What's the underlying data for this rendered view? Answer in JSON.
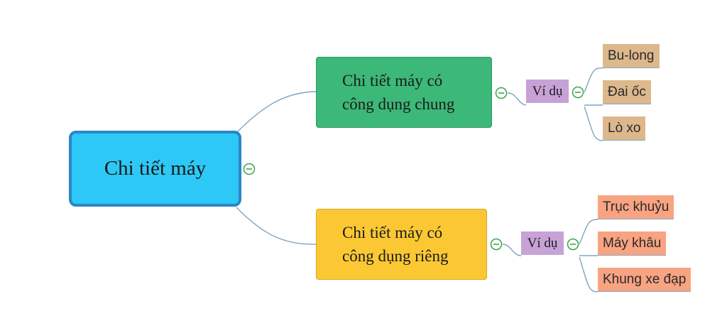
{
  "root": {
    "label": "Chi tiết máy"
  },
  "branches": [
    {
      "line1": "Chi tiết máy có",
      "line2": "công dụng chung",
      "color": "#3cb878"
    },
    {
      "line1": "Chi tiết máy có",
      "line2": "công dụng riêng",
      "color": "#fbc834"
    }
  ],
  "examples": [
    {
      "label": "Ví dụ",
      "items": [
        "Bu-long",
        "Đai ốc",
        "Lò xo"
      ]
    },
    {
      "label": "Ví dụ",
      "items": [
        "Trục khuỷu",
        "Máy khâu",
        "Khung xe đạp"
      ]
    }
  ],
  "colors": {
    "root_fill": "#2ec8f7",
    "root_border": "#2a86c8",
    "example_fill": "#c7a2d6",
    "leaf_group1": "#ddb88c",
    "leaf_group2": "#f8a382",
    "connector": "#7fa6c2",
    "toggle": "#3aa54a"
  },
  "icons": {
    "toggle": "collapse-minus-icon"
  }
}
